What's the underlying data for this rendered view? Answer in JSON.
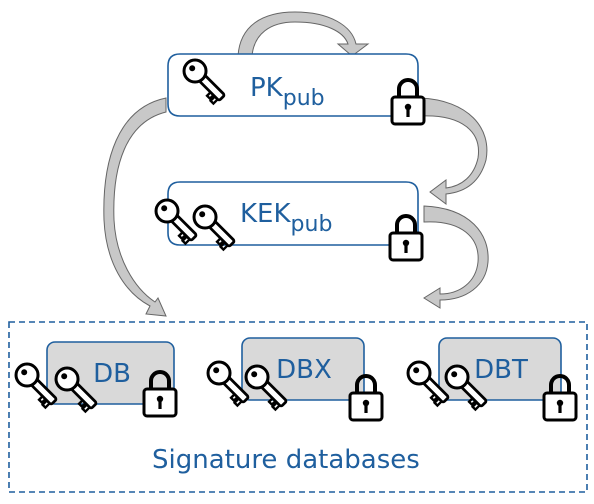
{
  "pk": {
    "main": "PK",
    "sub": "pub"
  },
  "kek": {
    "main": "KEK",
    "sub": "pub"
  },
  "databases": [
    {
      "label": "DB"
    },
    {
      "label": "DBX"
    },
    {
      "label": "DBT"
    }
  ],
  "group_label": "Signature databases",
  "colors": {
    "accent": "#1f5f9e",
    "db_fill": "#d9d9d9",
    "arrow_fill": "#c8c8c8",
    "arrow_stroke": "#666666",
    "icon": "#000000"
  },
  "icons": {
    "key": "key-icon",
    "lock": "lock-icon"
  }
}
